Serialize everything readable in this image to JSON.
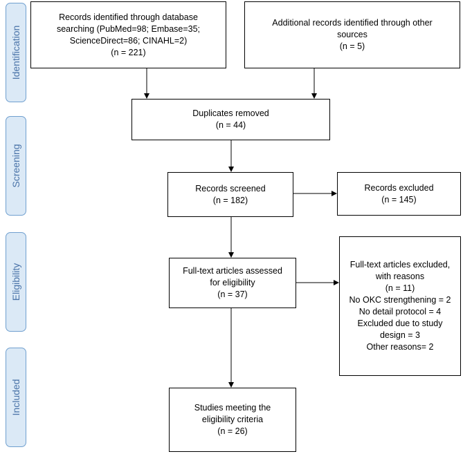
{
  "stages": {
    "identification": "Identification",
    "screening": "Screening",
    "eligibility": "Eligibility",
    "included": "Included"
  },
  "boxes": {
    "database": [
      "Records identified through database",
      "searching (PubMed=98; Embase=35;",
      "ScienceDirect=86; CINAHL=2)",
      "(n = 221)"
    ],
    "other": [
      "Additional records identified through other",
      "sources",
      "(n = 5)"
    ],
    "duplicates": [
      "Duplicates removed",
      "(n = 44)"
    ],
    "screened": [
      "Records screened",
      "(n = 182)"
    ],
    "excluded": [
      "Records excluded",
      "(n = 145)"
    ],
    "fulltext": [
      "Full-text articles assessed",
      "for eligibility",
      "(n = 37)"
    ],
    "fulltext_excluded": [
      "Full-text articles excluded,",
      "with reasons",
      "(n = 11)",
      "No OKC strengthening = 2",
      "No detail protocol = 4",
      "Excluded due to study",
      "design = 3",
      "Other reasons= 2"
    ],
    "included": [
      "Studies meeting the",
      "eligibility criteria",
      "(n = 26)"
    ]
  },
  "colors": {
    "stage_fill": "#dbe9f6",
    "stage_border": "#6f9fcf",
    "stage_text": "#4a73a8",
    "box_border": "#000000"
  }
}
